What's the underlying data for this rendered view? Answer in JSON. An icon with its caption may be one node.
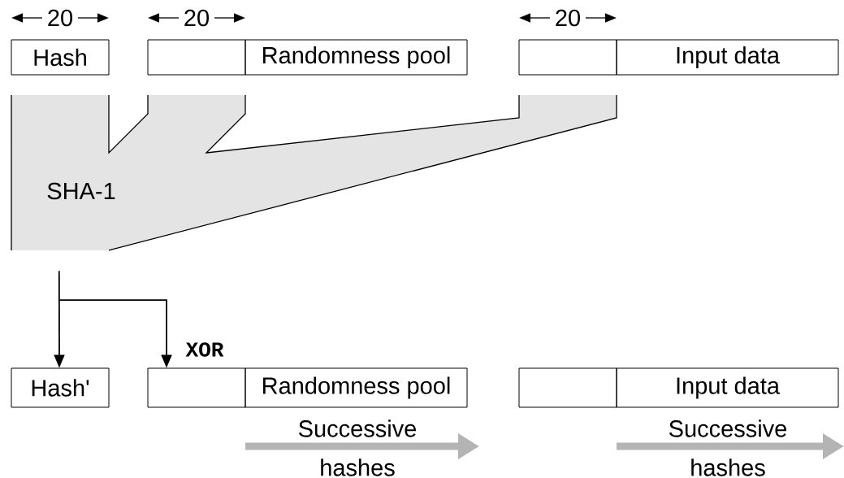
{
  "diagram": {
    "nodes": [
      {
        "text": [
          "Hash"
        ]
      },
      {
        "text": [],
        "shape": "box"
      },
      {
        "text": [
          "Randomness pool"
        ]
      },
      {
        "text": [],
        "shape": "box"
      },
      {
        "text": [
          "Input data"
        ]
      },
      {
        "text": [
          "SHA-1"
        ]
      },
      {
        "text": [
          "Hash'"
        ]
      },
      {
        "text": [],
        "shape": "box"
      },
      {
        "text": [
          "Randomness pool"
        ]
      },
      {
        "text": [],
        "shape": "box"
      },
      {
        "text": [
          "Input data"
        ]
      }
    ],
    "edges": [
      {
        "from": 5,
        "to": 6,
        "arrow": "to"
      },
      {
        "from": 5,
        "to": 7,
        "arrow": "to",
        "label": "XOR"
      }
    ],
    "labels": [
      "20",
      "20",
      "20",
      "Successive hashes",
      "Successive hashes"
    ]
  }
}
